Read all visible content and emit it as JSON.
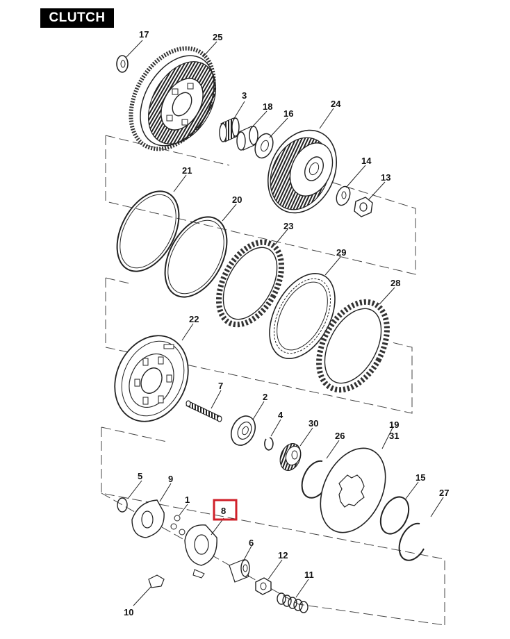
{
  "title": "CLUTCH",
  "callouts": {
    "p1": "1",
    "p2": "2",
    "p3": "3",
    "p4": "4",
    "p5": "5",
    "p6": "6",
    "p7": "7",
    "p8": "8",
    "p9": "9",
    "p10": "10",
    "p11": "11",
    "p12": "12",
    "p13": "13",
    "p14": "14",
    "p15": "15",
    "p16": "16",
    "p17": "17",
    "p18": "18",
    "p19": "19",
    "p20": "20",
    "p21": "21",
    "p22": "22",
    "p23": "23",
    "p24": "24",
    "p25": "25",
    "p26": "26",
    "p27": "27",
    "p28": "28",
    "p29": "29",
    "p31": "31",
    "p30": "30"
  },
  "highlight": {
    "part": "8",
    "color": "#d0202a"
  }
}
